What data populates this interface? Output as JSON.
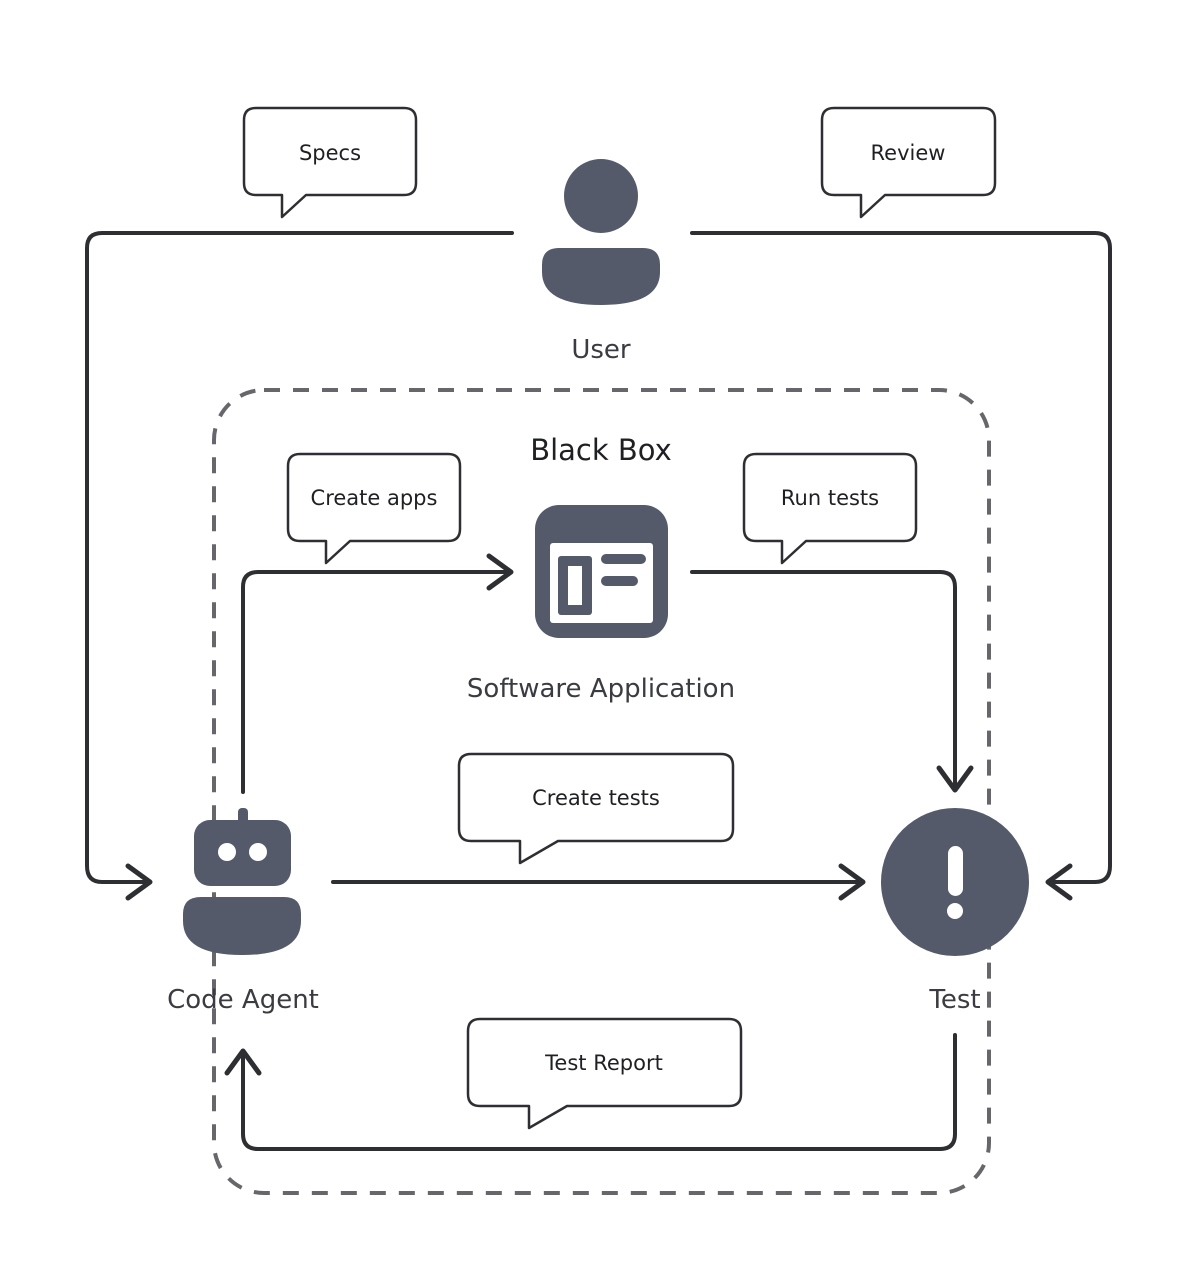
{
  "diagram": {
    "group_title": "Black Box",
    "nodes": {
      "user": "User",
      "software_application": "Software Application",
      "code_agent": "Code Agent",
      "test": "Test"
    },
    "bubbles": {
      "specs": "Specs",
      "review": "Review",
      "create_apps": "Create apps",
      "run_tests": "Run tests",
      "create_tests": "Create tests",
      "test_report": "Test Report"
    },
    "edges": [
      {
        "from": "User",
        "to": "Code Agent",
        "label": "Specs"
      },
      {
        "from": "User",
        "to": "Test",
        "label": "Review"
      },
      {
        "from": "Code Agent",
        "to": "Software Application",
        "label": "Create apps"
      },
      {
        "from": "Software Application",
        "to": "Test",
        "label": "Run tests"
      },
      {
        "from": "Code Agent",
        "to": "Test",
        "label": "Create tests"
      },
      {
        "from": "Test",
        "to": "Code Agent",
        "label": "Test Report"
      }
    ],
    "icons": {
      "user": "user-icon",
      "software_application": "browser-window-icon",
      "code_agent": "robot-icon",
      "test": "exclamation-icon"
    },
    "colors": {
      "icon": "#545a6a",
      "line": "#2e2f33",
      "boundary": "#66666b"
    }
  }
}
